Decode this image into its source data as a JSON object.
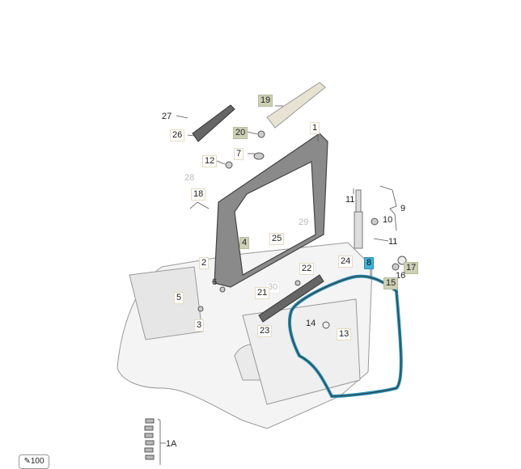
{
  "labels": [
    "19",
    "27",
    "26",
    "20",
    "1",
    "7",
    "12",
    "28",
    "18",
    "11",
    "9",
    "29",
    "10",
    "25",
    "11",
    "4",
    "8",
    "22",
    "24",
    "17",
    "16",
    "15",
    "2",
    "6",
    "30",
    "21",
    "5",
    "3",
    "23",
    "14",
    "13",
    "2",
    "1A"
  ],
  "zoom_badge": {
    "icon": "pencil-icon",
    "text": "100"
  },
  "colors": {
    "highlight": "#cdd0b4",
    "selected": "#3fb1d6",
    "seal": "#2b8fb3",
    "frame": "#555"
  }
}
